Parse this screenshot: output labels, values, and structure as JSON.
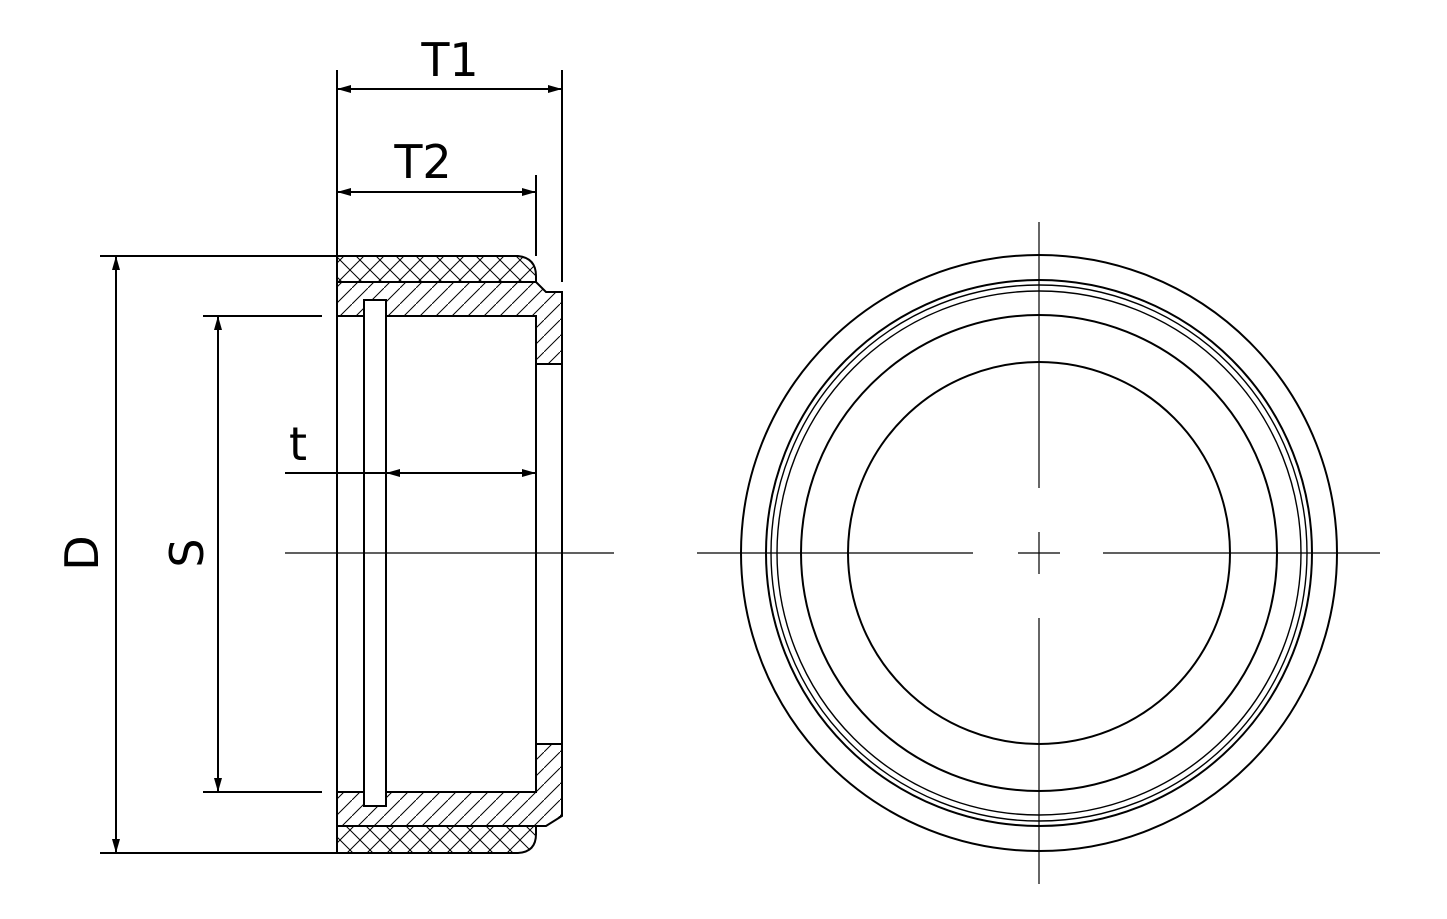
{
  "labels": {
    "t1": "T1",
    "t2": "T2",
    "t": "t",
    "d": "D",
    "s": "S"
  },
  "colors": {
    "line": "#000000",
    "background": "#ffffff"
  }
}
